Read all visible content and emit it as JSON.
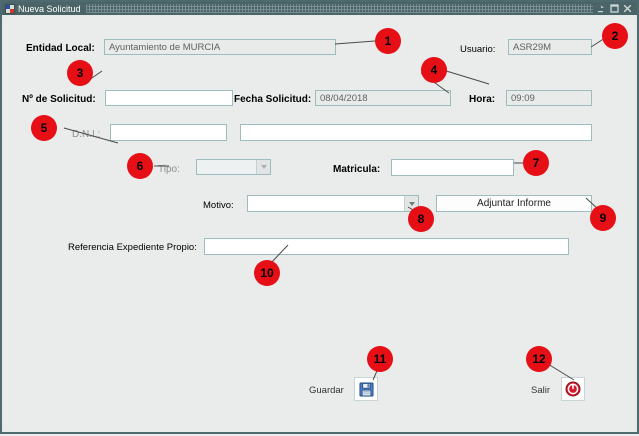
{
  "window": {
    "title": "Nueva Solicitud",
    "app_icon": "java-app-icon",
    "controls": [
      {
        "name": "minimize-button",
        "icon": "minimize-icon"
      },
      {
        "name": "maximize-button",
        "icon": "maximize-icon"
      },
      {
        "name": "close-button",
        "icon": "close-icon"
      }
    ]
  },
  "form": {
    "entidad_local": {
      "label": "Entidad Local:",
      "value": "Ayuntamiento de MURCIA"
    },
    "usuario": {
      "label": "Usuario:",
      "value": "ASR29M"
    },
    "num_solicitud": {
      "label": "Nº de Solicitud:",
      "value": ""
    },
    "fecha_solicitud": {
      "label": "Fecha Solicitud:",
      "value": "08/04/2018"
    },
    "hora": {
      "label": "Hora:",
      "value": "09:09"
    },
    "dni": {
      "label": "D.N.I.:",
      "value": ""
    },
    "nombre": {
      "value": ""
    },
    "tipo": {
      "label": "Tipo:",
      "value": ""
    },
    "matricula": {
      "label": "Matricula:",
      "value": ""
    },
    "motivo": {
      "label": "Motivo:",
      "value": ""
    },
    "adjuntar_informe": {
      "label": "Adjuntar Informe"
    },
    "referencia": {
      "label": "Referencia Expediente Propio:",
      "value": ""
    },
    "guardar": {
      "label": "Guardar",
      "icon": "save-floppy-icon"
    },
    "salir": {
      "label": "Salir",
      "icon": "power-exit-icon"
    }
  },
  "callouts": [
    {
      "number": "1"
    },
    {
      "number": "2"
    },
    {
      "number": "3"
    },
    {
      "number": "4"
    },
    {
      "number": "5"
    },
    {
      "number": "6"
    },
    {
      "number": "7"
    },
    {
      "number": "8"
    },
    {
      "number": "9"
    },
    {
      "number": "10"
    },
    {
      "number": "11"
    },
    {
      "number": "12"
    }
  ],
  "colors": {
    "titlebar": "#4a6468",
    "callout": "#e60f16",
    "field_border": "#9dbcbe",
    "panel": "#eaebeb"
  }
}
